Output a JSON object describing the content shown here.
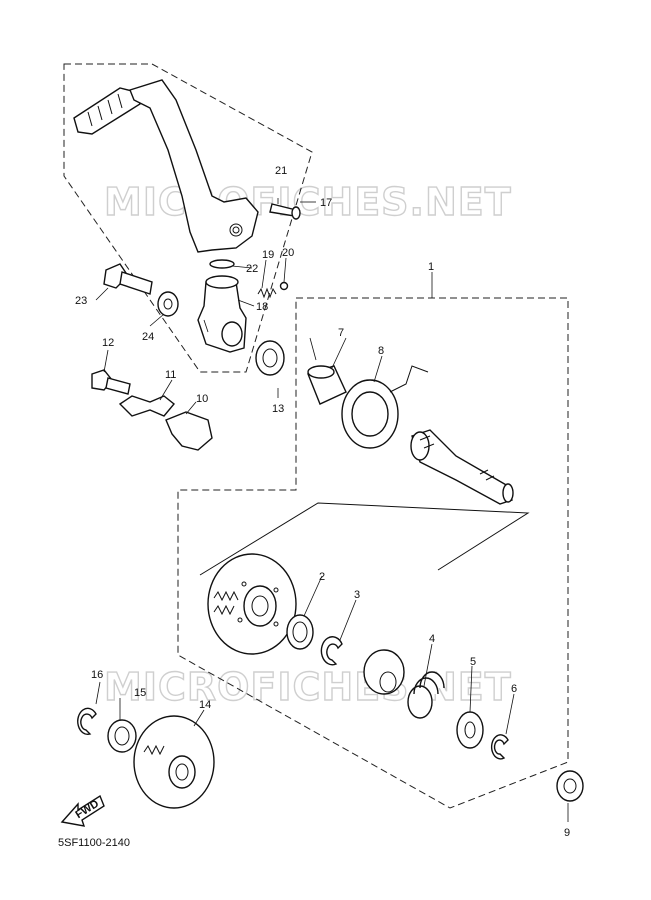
{
  "diagram": {
    "code": "5SF1100-2140",
    "watermark": "MICROFICHES.NET",
    "fwd_label": "FWD",
    "callouts": {
      "c1": "1",
      "c2": "2",
      "c3": "3",
      "c4": "4",
      "c5": "5",
      "c6": "6",
      "c7": "7",
      "c8": "8",
      "c9": "9",
      "c10": "10",
      "c11": "11",
      "c12": "12",
      "c13": "13",
      "c14": "14",
      "c15": "15",
      "c16": "16",
      "c17": "17",
      "c18": "18",
      "c19": "19",
      "c20": "20",
      "c21": "21",
      "c22": "22",
      "c23": "23",
      "c24": "24"
    }
  }
}
